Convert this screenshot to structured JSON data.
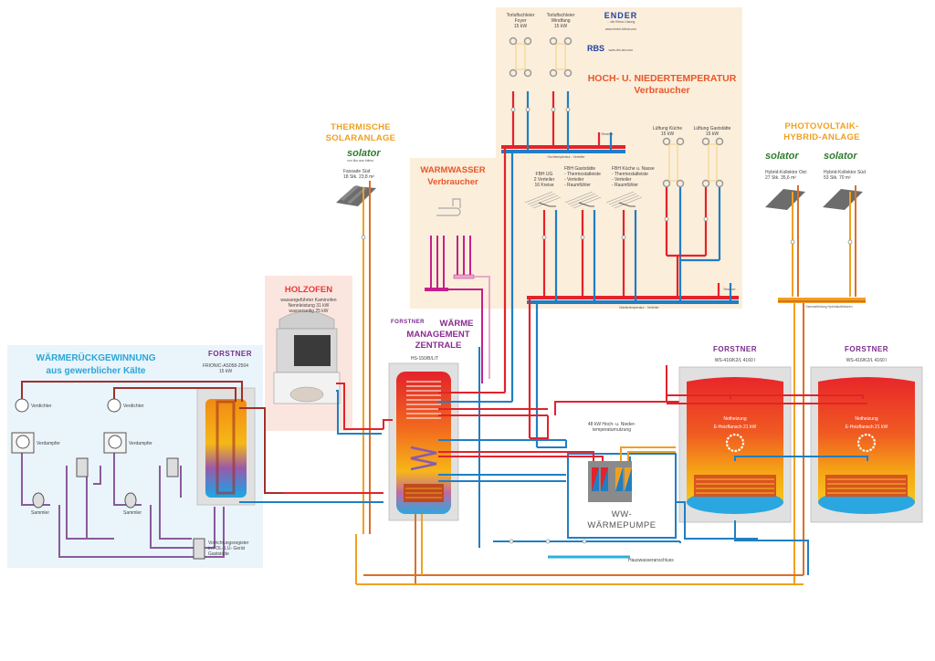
{
  "diagram": {
    "hoch_nieder": {
      "title_line1": "HOCH- U. NIEDERTEMPERATUR",
      "title_line2": "Verbraucher",
      "consumers": [
        {
          "name": "Torluftschleier",
          "sub": "Foyer",
          "power": "15 kW"
        },
        {
          "name": "Torluftschleier",
          "sub": "Windfang",
          "power": "15 kW"
        }
      ],
      "lueftung": [
        {
          "name": "Lüftung Küche",
          "power": "15 kW"
        },
        {
          "name": "Lüftung Gaststätte",
          "power": "15 kW"
        }
      ],
      "fbh": [
        {
          "name": "FBH UG",
          "l2": "2 Verteiler",
          "l3": "16 Kreise"
        },
        {
          "name": "FBH Gaststätte",
          "l2": "- Thermostatleiste",
          "l3": "- Verteiler",
          "l4": "- Raumfühler"
        },
        {
          "name": "FBH Küche u. Nasse",
          "l2": "- Thermostatleiste",
          "l3": "- Verteiler",
          "l4": "- Raumfühler"
        }
      ],
      "bus_label_top": "Hochtemperatur - Verteiler",
      "bus_label_bottom": "Niedertemperatur - Verteiler",
      "reserve": "Reserve"
    },
    "logos": {
      "ender": "ENDER",
      "ender_tag": "... die Klima Lösung",
      "ender_url": "www.ender-klima.com",
      "rbs": "RBS",
      "rbs_url": "www.rbs-lan.com"
    },
    "solar": {
      "title_line1": "THERMISCHE",
      "title_line2": "SOLARANLAGE",
      "brand": "solator",
      "brand_tag": "von Ilko aus Intimo",
      "collector": "Fassade Süd",
      "collector_size": "18 Stk. 23,8 m²"
    },
    "pv": {
      "title_line1": "PHOTOVOLTAIK-",
      "title_line2": "HYBRID-ANLAGE",
      "collectors": [
        {
          "brand": "solator",
          "name": "Hybrid-Kollektor Ost:",
          "size": "27 Stk. 35,6 m²"
        },
        {
          "brand": "solator",
          "name": "Hybrid-Kollektor Süd",
          "size": "53 Stk. 70 m²"
        }
      ],
      "bus_label": "Sammelleitung Hybridkollektoren"
    },
    "warmwasser": {
      "title_line1": "WARMWASSER",
      "title_line2": "Verbraucher"
    },
    "holzofen": {
      "title": "HOLZOFEN",
      "line1": "wassergeführter Kaminofen",
      "line2": "Nennleistung 31 kW",
      "line3": "wasserseitig 25 kW"
    },
    "waerme_mgmt": {
      "brand": "FORSTNER",
      "title_line1": "WÄRME",
      "title_line2": "MANAGEMENT",
      "title_line3": "ZENTRALE",
      "model": "HS-150/B/L/T"
    },
    "waermerueck": {
      "title_line1": "WÄRMERÜCKGEWINNUNG",
      "title_line2": "aus gewerblicher Kälte",
      "brand": "FORSTNER",
      "model": "FRIONIC-AS058-2504",
      "power": "15 kW",
      "verdichter": "Verdichter",
      "verdampfer": "Verdampfer",
      "sammler": "Sammler",
      "vorrichtung_line1": "Vorrichtungsregister",
      "vorrichtung_line2": "in FOL- LÜ- Gerät",
      "vorrichtung_line3": "Gaststätte"
    },
    "speicher": [
      {
        "brand": "FORSTNER",
        "model": "WS-416/K2/L 4160 l",
        "label1": "Notheizung",
        "label2": "E-Heizflansch 21 kW"
      },
      {
        "brand": "FORSTNER",
        "model": "WS-416/K2/L 4160 l",
        "label1": "Notheizung",
        "label2": "E-Heizflansch 21 kW"
      }
    ],
    "waermepumpe": {
      "title_line1": "WW-",
      "title_line2": "WÄRMEPUMPE",
      "label_line1": "48 kW Hoch- u. Nieder-",
      "label_line2": "temperaturnutzung"
    },
    "hauswasser": "Hauswasseranschluss",
    "colors": {
      "hot": "#e3222b",
      "cold": "#1f7fc4",
      "solar": "#f0a020",
      "pv": "#d9702a",
      "ww": "#c81e8c",
      "refrigerant": "#8a5a9c",
      "light_blue_bg": "#eaf4fb",
      "peach_bg": "#fbeedb",
      "pink_bg": "#fbe6df"
    }
  }
}
